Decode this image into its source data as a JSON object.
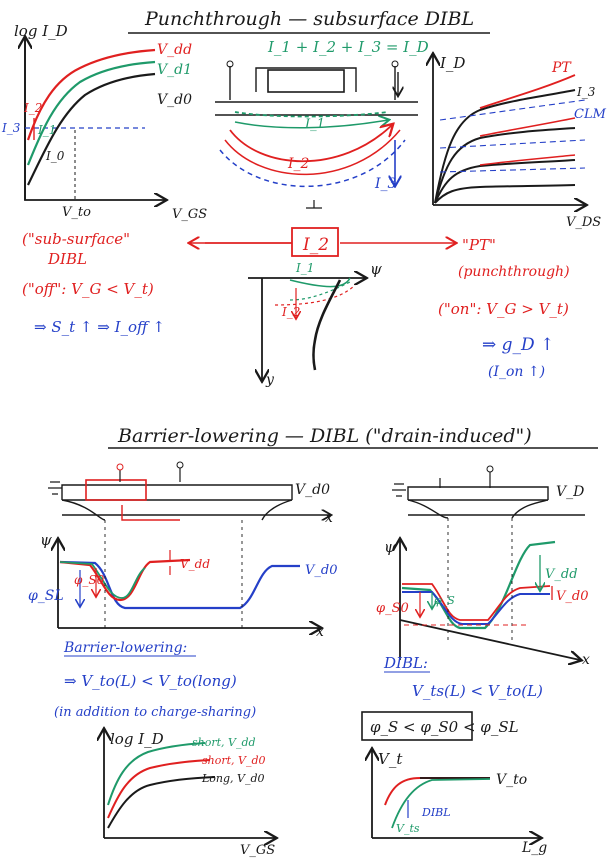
{
  "colors": {
    "ink": "#1a1a1a",
    "red": "#e02020",
    "blue": "#2540c8",
    "green": "#1f9a6a"
  },
  "top": {
    "title": "Punchthrough — subsurface DIBL",
    "graph1": {
      "ylabel": "log I_D",
      "xlabel": "V_GS",
      "xtick": "V_to",
      "curves": [
        "V_dd",
        "V_d1",
        "V_d0"
      ],
      "markers": [
        "I_2",
        "I_1",
        "I_0",
        "I_3"
      ]
    },
    "cross_section": {
      "equation": "I_1 + I_2 + I_3 = I_D",
      "labels": [
        "I_1",
        "I_2",
        "I_3"
      ]
    },
    "graph3": {
      "ylabel": "I_D",
      "xlabel": "V_DS",
      "labels": [
        "PT",
        "I_3",
        "CLM"
      ]
    },
    "left_text": {
      "line1": "(\"sub-surface\"",
      "line2": "DIBL",
      "line3": "(\"off\": V_G < V_t)",
      "line4": "⇒ S_t ↑ ⇒ I_off ↑"
    },
    "center_label": "I_2",
    "right_text": {
      "line1": "\"PT\"",
      "line2": "(punchthrough)",
      "line3": "(\"on\": V_G > V_t)",
      "line4": "⇒ g_D ↑",
      "line5": "(I_on ↑)"
    },
    "profile": {
      "axis_x": "ψ",
      "axis_y": "y",
      "labels": [
        "I_1",
        "I_2"
      ]
    }
  },
  "bottom": {
    "title": "Barrier-lowering — DIBL (\"drain-induced\")",
    "left_device": {
      "drain_label": "V_d0",
      "axis": "x",
      "psi": "ψ",
      "labels": [
        "V_dd",
        "V_d0",
        "φ_SL",
        "φ_S0"
      ]
    },
    "right_device": {
      "drain_label": "V_D",
      "axis": "x",
      "psi": "ψ",
      "labels": [
        "V_dd",
        "V_d0",
        "φ_S0",
        "φ_S"
      ]
    },
    "left_text": {
      "line1": "Barrier-lowering:",
      "line2": "⇒ V_to(L) < V_to(long)",
      "line3": "(in addition to charge-sharing)"
    },
    "right_text": {
      "line1": "DIBL:",
      "line2": "V_ts(L) < V_to(L)"
    },
    "boxed": "φ_S < φ_S0 < φ_SL",
    "graph_left": {
      "ylabel": "log I_D",
      "xlabel": "V_GS",
      "legend": [
        "short, V_dd",
        "short, V_d0",
        "Long, V_d0"
      ]
    },
    "graph_right": {
      "ylabel": "V_t",
      "xlabel": "L_g",
      "labels": [
        "V_to",
        "V_ts",
        "DIBL"
      ]
    }
  }
}
